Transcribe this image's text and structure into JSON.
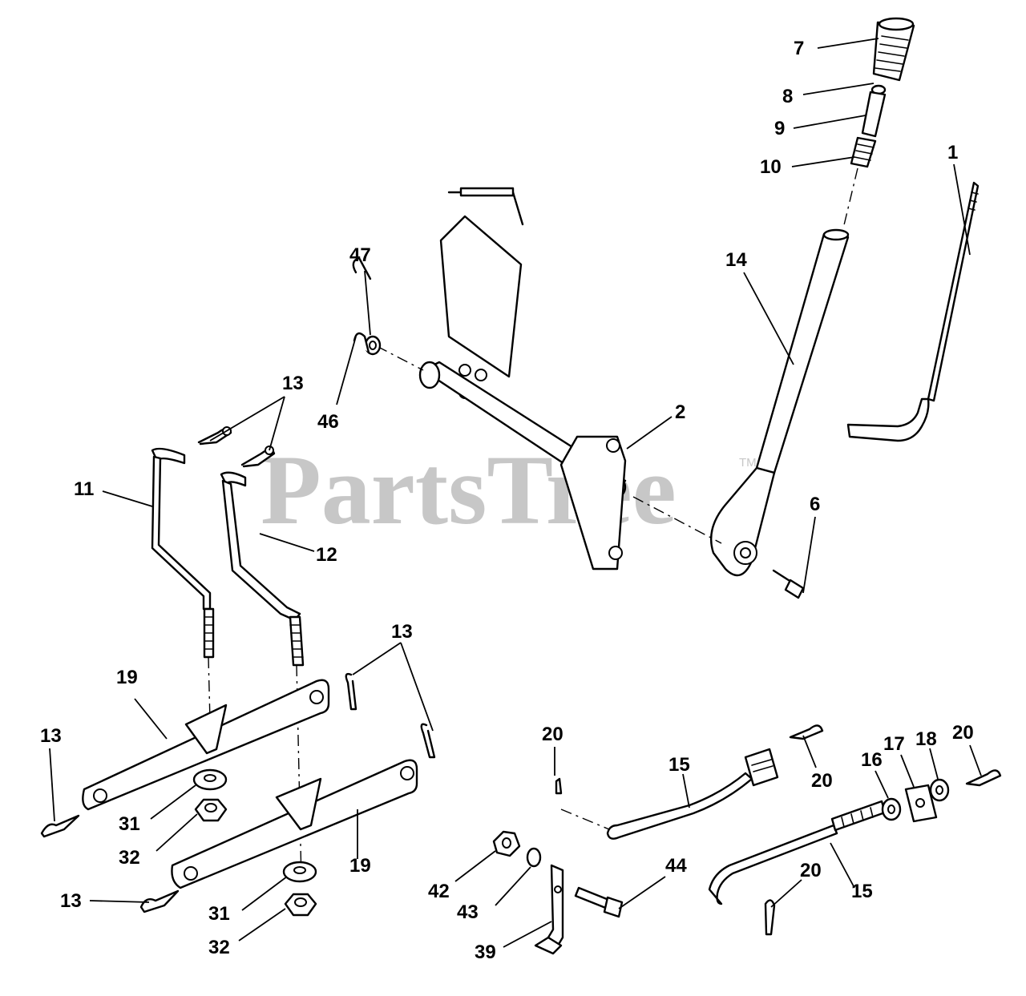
{
  "watermark": {
    "text": "PartsTree",
    "trademark": "TM",
    "color": "#c7c7c7"
  },
  "callouts": {
    "c1": "1",
    "c2": "2",
    "c6": "6",
    "c7": "7",
    "c8": "8",
    "c9": "9",
    "c10": "10",
    "c11": "11",
    "c12": "12",
    "c13a": "13",
    "c13b": "13",
    "c13c": "13",
    "c13d": "13",
    "c14": "14",
    "c15a": "15",
    "c15b": "15",
    "c16": "16",
    "c17": "17",
    "c18": "18",
    "c19a": "19",
    "c19b": "19",
    "c20a": "20",
    "c20b": "20",
    "c20c": "20",
    "c20d": "20",
    "c31a": "31",
    "c31b": "31",
    "c32a": "32",
    "c32b": "32",
    "c39": "39",
    "c42": "42",
    "c43": "43",
    "c44": "44",
    "c46": "46",
    "c47": "47"
  }
}
